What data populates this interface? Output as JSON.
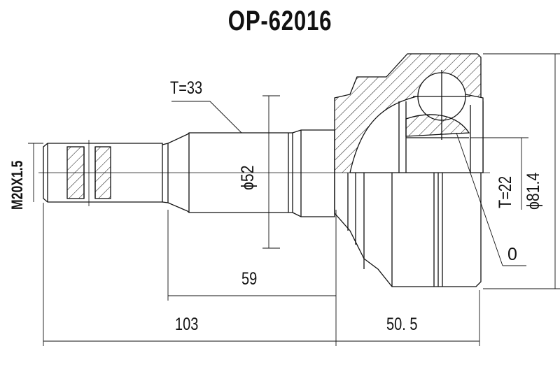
{
  "title": "OP-62016",
  "labels": {
    "thread": "M20X1.5",
    "t_shaft": "T=33",
    "phi_shaft": "ϕ52",
    "t_inner": "T=22",
    "phi_outer": "ϕ81.4",
    "oring": "0",
    "len_59": "59",
    "len_103": "103",
    "len_50_5": "50. 5"
  },
  "colors": {
    "line": "#111111",
    "background": "#ffffff"
  }
}
